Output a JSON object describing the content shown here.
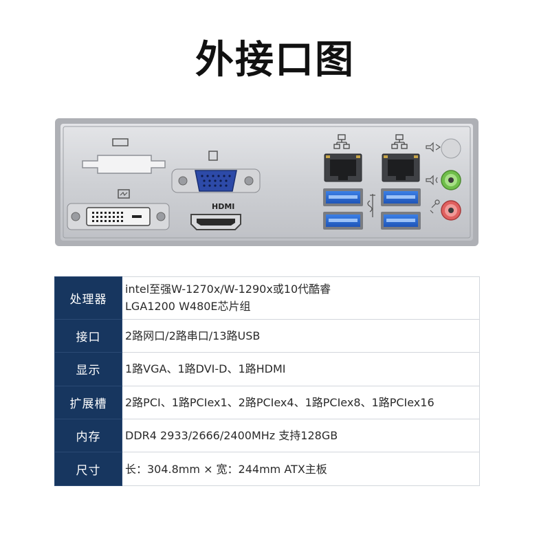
{
  "title": "外接口图",
  "io_panel": {
    "hdmi_label": "HDMI",
    "ports": [
      "com-port-blank",
      "vga-port",
      "dvi-port",
      "hdmi-port",
      "rj45-lan-port",
      "rj45-lan-port",
      "usb3-port",
      "usb3-port",
      "usb3-port",
      "usb3-port",
      "audio-line-in",
      "audio-line-out",
      "audio-mic"
    ],
    "colors": {
      "shield": "#c9cbcf",
      "vga": "#2d4aa8",
      "dvi": "#f2f2f2",
      "usb": "#2f6fd6",
      "audio_green": "#8ccf63",
      "audio_pink": "#e7767a"
    }
  },
  "specs": [
    {
      "label": "处理器",
      "lines": [
        "intel至强W-1270x/W-1290x或10代酷睿",
        "LGA1200   W480E芯片组"
      ]
    },
    {
      "label": "接口",
      "lines": [
        "2路网口/2路串口/13路USB"
      ]
    },
    {
      "label": "显示",
      "lines": [
        "1路VGA、1路DVI-D、1路HDMI"
      ]
    },
    {
      "label": "扩展槽",
      "lines": [
        "2路PCI、1路PCIex1、2路PCIex4、1路PCIex8、1路PCIex16"
      ]
    },
    {
      "label": "内存",
      "lines": [
        "DDR4 2933/2666/2400MHz 支持128GB"
      ]
    },
    {
      "label": "尺寸",
      "lines": [
        "长：304.8mm × 宽：244mm ATX主板"
      ]
    }
  ],
  "colors": {
    "label_bg": "#17365f",
    "label_text": "#ffffff",
    "border": "#d2d6dc"
  }
}
